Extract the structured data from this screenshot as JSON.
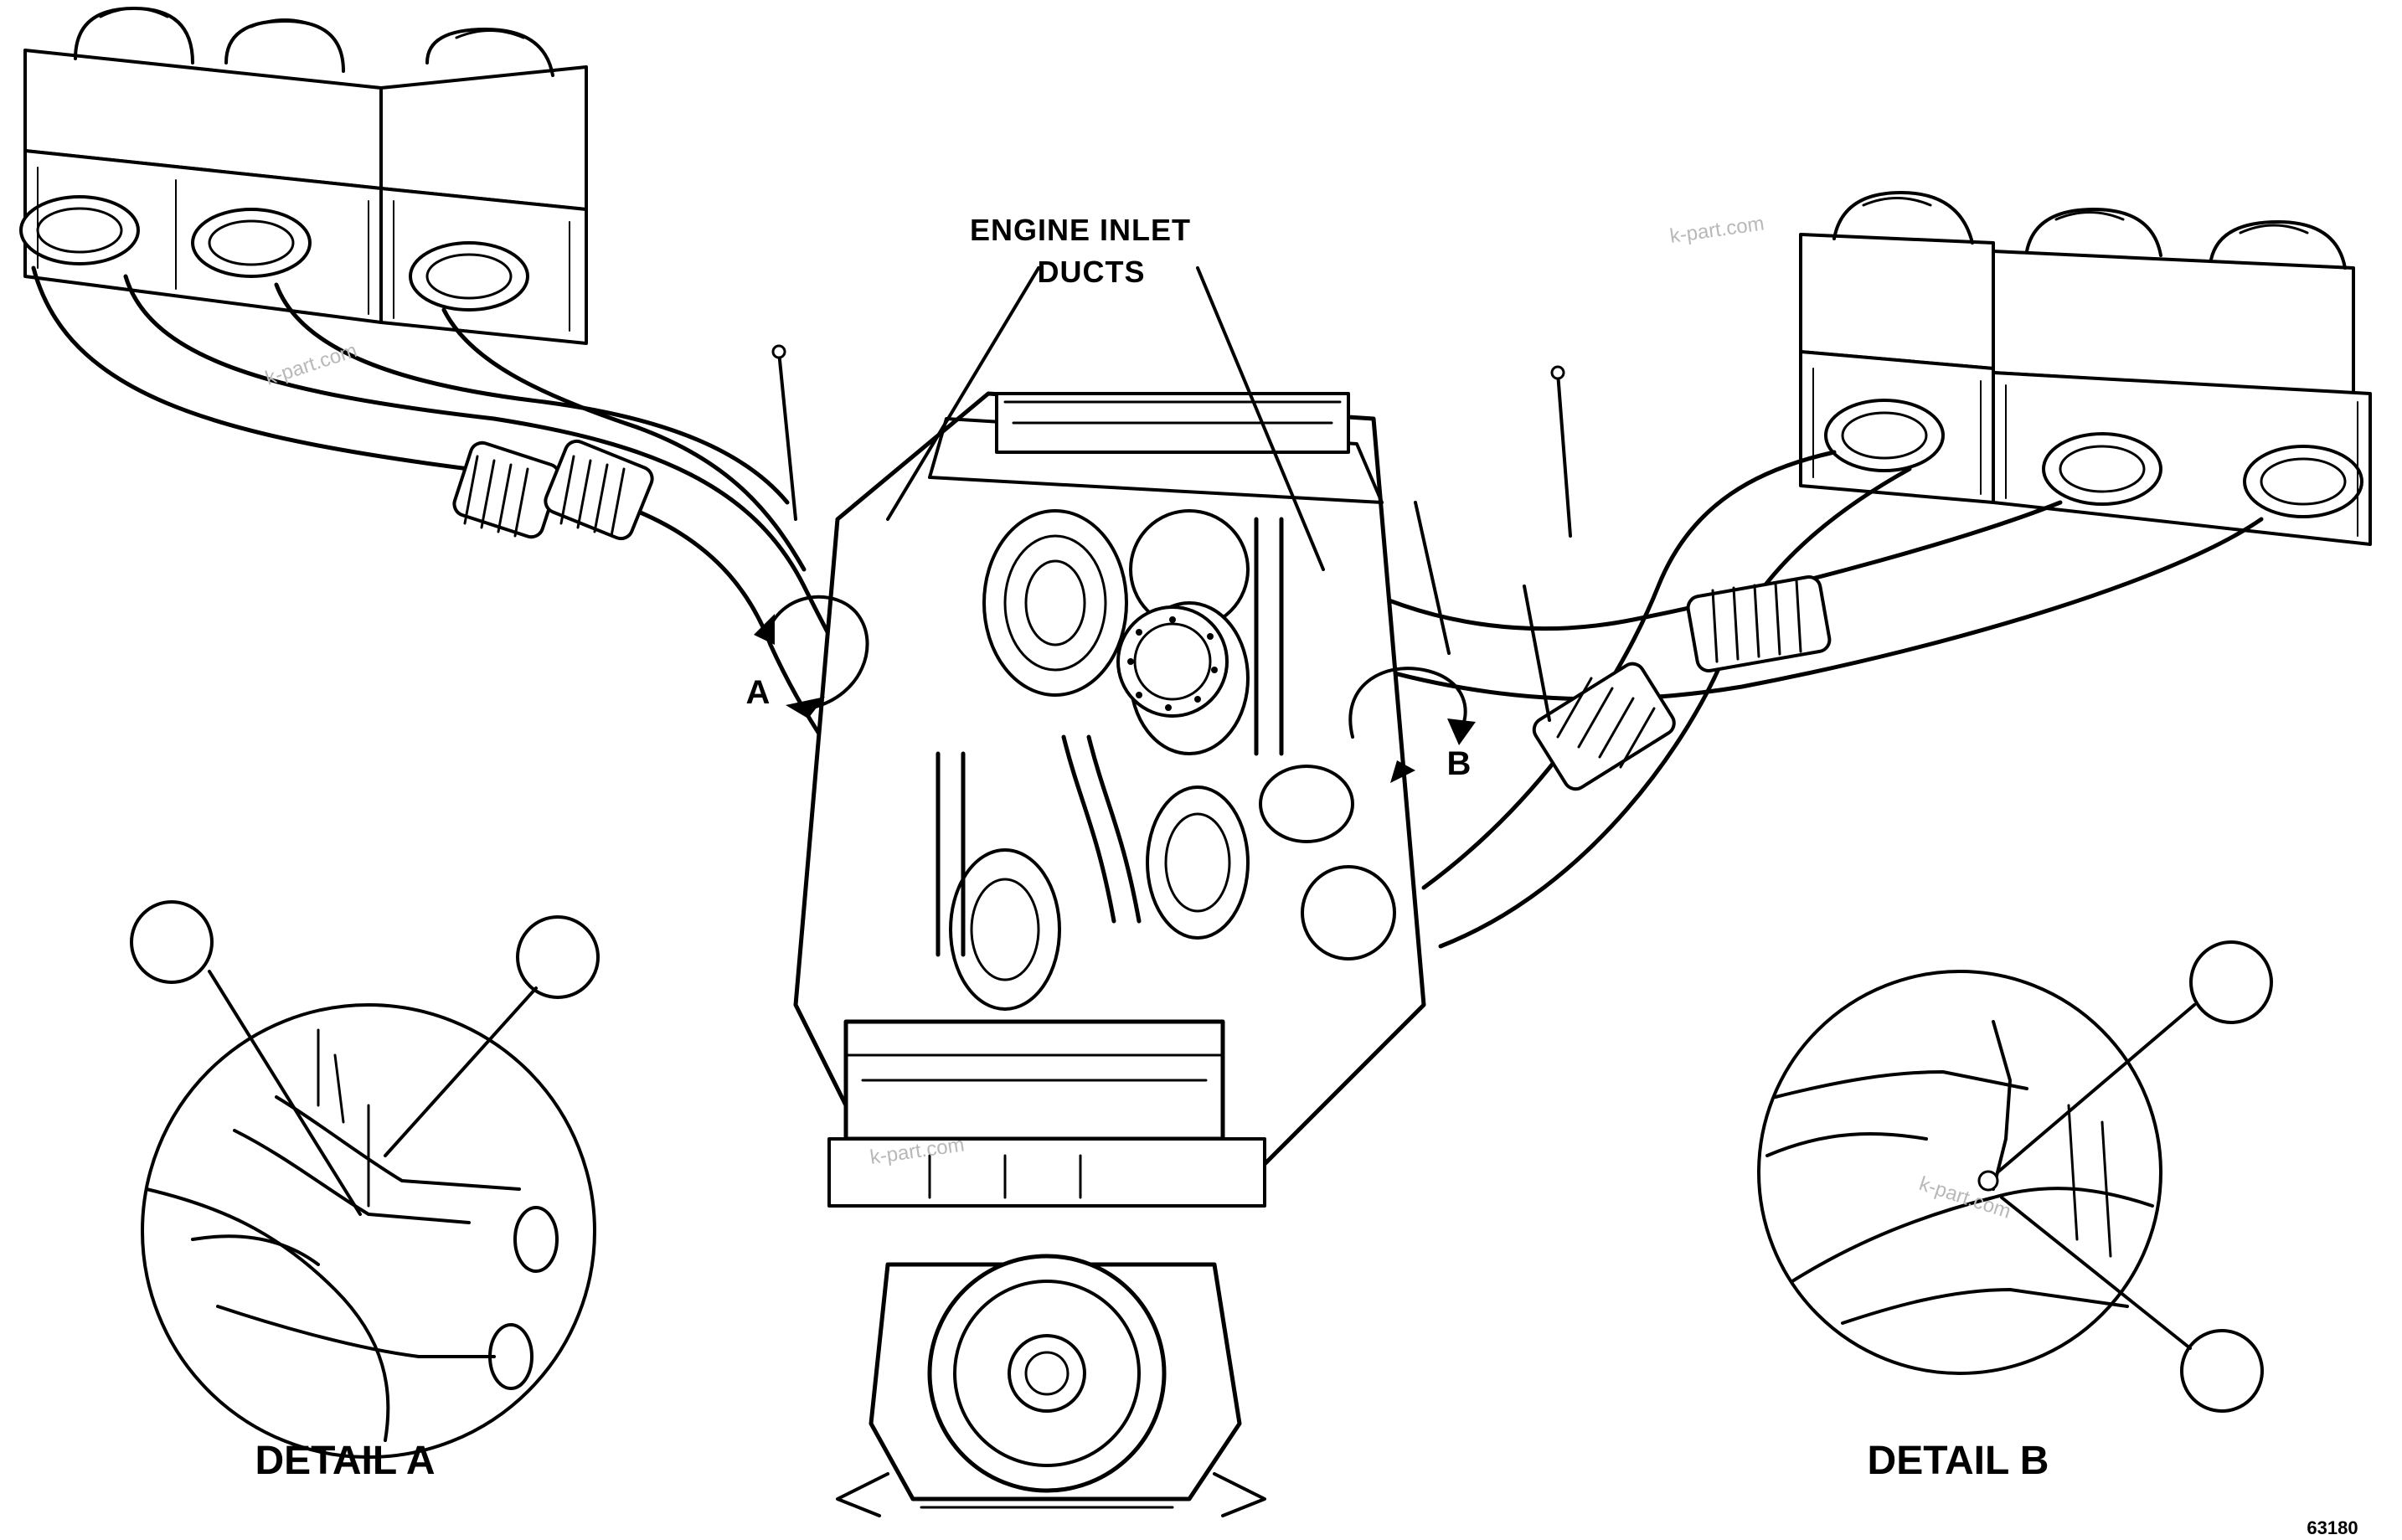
{
  "callouts": {
    "engine_inlet_line1": "ENGINE INLET",
    "engine_inlet_line2": "DUCTS",
    "view_a": "A",
    "view_b": "B"
  },
  "details": {
    "a_title": "DETAIL A",
    "b_title": "DETAIL B"
  },
  "figure_number": "63180",
  "watermarks": [
    "k-part.com",
    "k-part.com",
    "k-part.com",
    "k-part.com"
  ]
}
